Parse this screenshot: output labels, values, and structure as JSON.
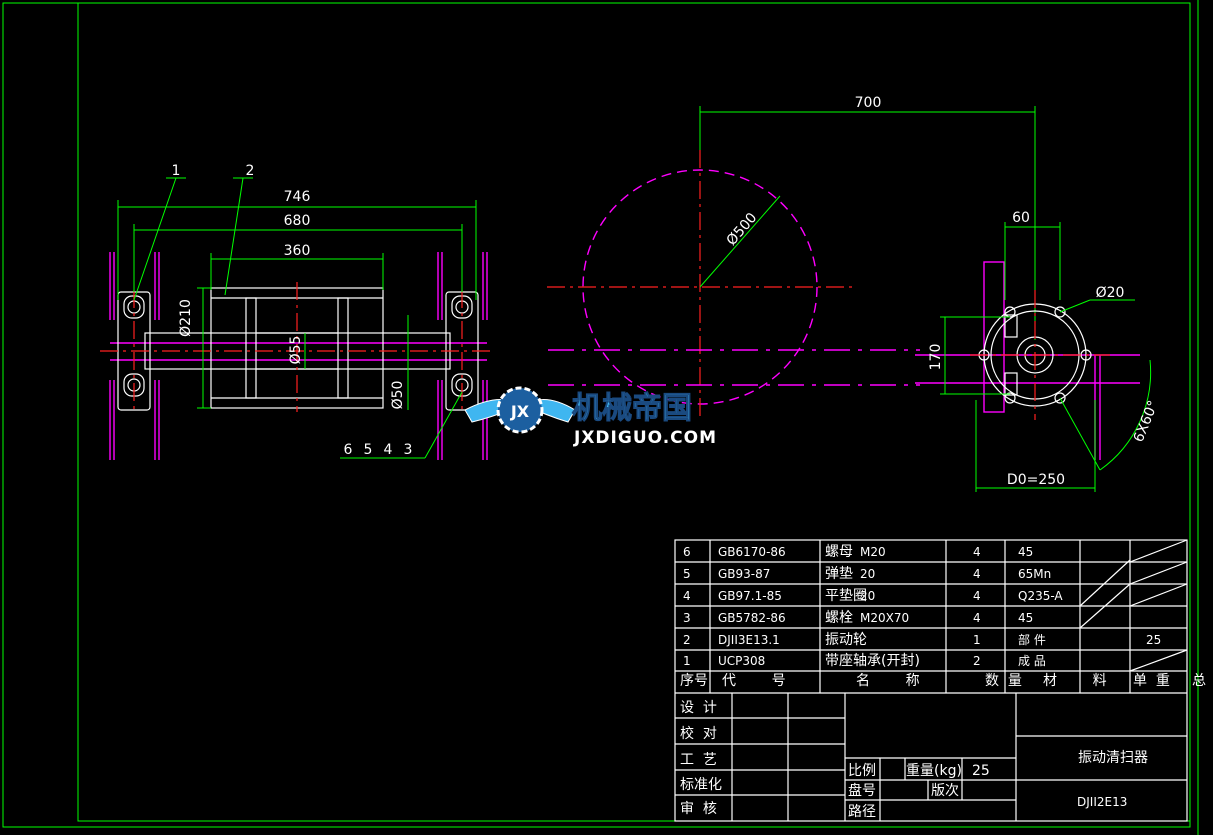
{
  "drawing": {
    "dimensions": {
      "overall_length": "746",
      "bolt_span": "680",
      "drum_length": "360",
      "drum_dia": "Ø210",
      "shaft_dia": "Ø55",
      "bearing_dia": "Ø50",
      "wheel_dia": "Ø500",
      "offset_700": "700",
      "offset_60": "60",
      "hole_dia": "Ø20",
      "height_170": "170",
      "holes": "6X60°",
      "d0": "D0=250"
    },
    "balloons": {
      "b1": "1",
      "b2": "2",
      "b6": "6",
      "b5": "5",
      "b4": "4",
      "b3": "3"
    }
  },
  "watermark": {
    "logo_text": "JX",
    "cn": "机械帝国",
    "en": "JXDIGUO.COM"
  },
  "bom": {
    "rows": [
      {
        "no": "6",
        "code": "GB6170-86",
        "name": "螺母",
        "spec": "M20",
        "qty": "4",
        "material": "45",
        "unit_wt": "",
        "total_wt": ""
      },
      {
        "no": "5",
        "code": "GB93-87",
        "name": "弹垫",
        "spec": "20",
        "qty": "4",
        "material": "65Mn",
        "unit_wt": "",
        "total_wt": ""
      },
      {
        "no": "4",
        "code": "GB97.1-85",
        "name": "平垫圈",
        "spec": "20",
        "qty": "4",
        "material": "Q235-A",
        "unit_wt": "",
        "total_wt": ""
      },
      {
        "no": "3",
        "code": "GB5782-86",
        "name": "螺栓",
        "spec": "M20X70",
        "qty": "4",
        "material": "45",
        "unit_wt": "",
        "total_wt": ""
      },
      {
        "no": "2",
        "code": "DJII3E13.1",
        "name": "振动轮",
        "spec": "",
        "qty": "1",
        "material": "部  件",
        "unit_wt": "",
        "total_wt": "25"
      },
      {
        "no": "1",
        "code": "UCP308",
        "name": "带座轴承(开封)",
        "spec": "",
        "qty": "2",
        "material": "成  品",
        "unit_wt": "",
        "total_wt": ""
      }
    ],
    "header": {
      "no": "序号",
      "code": "代        号",
      "name": "名        称",
      "qty": "数  量",
      "material": "材        料",
      "unit_wt": "单  重",
      "total_wt": "总"
    }
  },
  "titleblock": {
    "design": "设  计",
    "check": "校  对",
    "process": "工  艺",
    "standard": "标准化",
    "review": "审  核",
    "scale": "比例",
    "weight_label": "重量(kg)",
    "weight_value": "25",
    "disk_no": "盘号",
    "version": "版次",
    "path": "路径",
    "title": "振动清扫器",
    "drawing_no": "DJII2E13"
  },
  "colors": {
    "background": "#000000",
    "line_green": "#00ff00",
    "line_white": "#ffffff",
    "line_magenta": "#ff00ff",
    "center_red": "#ff2020",
    "watermark_blue": "#3fb6f0"
  }
}
